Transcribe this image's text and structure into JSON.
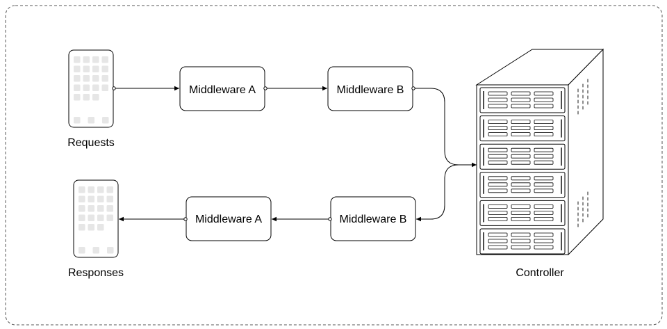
{
  "nodes": {
    "requests": {
      "label": "Requests"
    },
    "responses": {
      "label": "Responses"
    },
    "controller": {
      "label": "Controller"
    },
    "top_middleware_a": {
      "label": "Middleware A"
    },
    "top_middleware_b": {
      "label": "Middleware B"
    },
    "bottom_middleware_b": {
      "label": "Middleware B"
    },
    "bottom_middleware_a": {
      "label": "Middleware A"
    }
  },
  "edges": [
    {
      "from": "requests",
      "to": "top_middleware_a"
    },
    {
      "from": "top_middleware_a",
      "to": "top_middleware_b"
    },
    {
      "from": "top_middleware_b",
      "to": "controller"
    },
    {
      "from": "controller",
      "to": "bottom_middleware_b"
    },
    {
      "from": "bottom_middleware_b",
      "to": "bottom_middleware_a"
    },
    {
      "from": "bottom_middleware_a",
      "to": "responses"
    }
  ]
}
